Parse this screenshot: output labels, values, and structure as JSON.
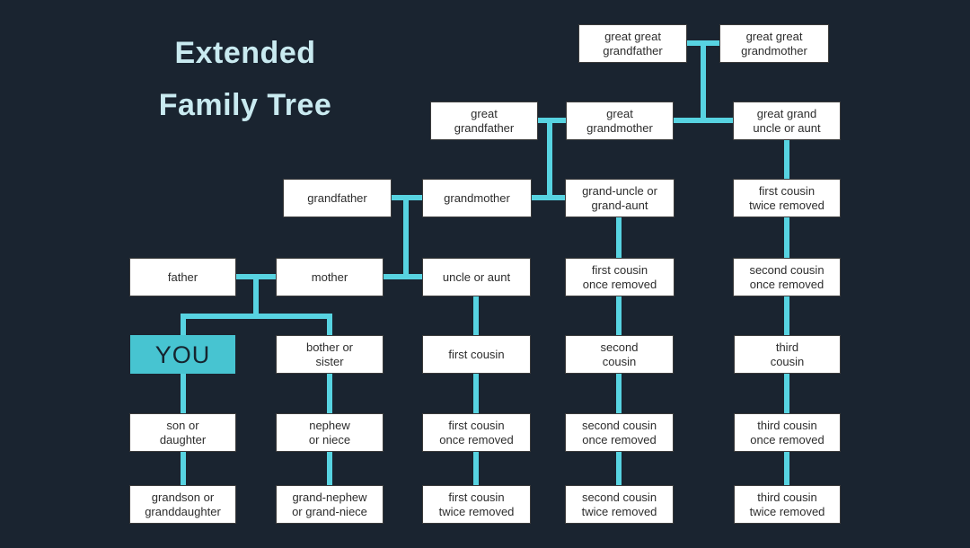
{
  "title": {
    "line1": "Extended",
    "line2": "Family Tree"
  },
  "colors": {
    "background": "#1a2430",
    "connector": "#57d3e1",
    "box_background": "#ffffff",
    "box_border": "#3b3b3b",
    "box_text": "#2d2d2d",
    "you_background": "#47c4d1",
    "you_text": "#16242f",
    "title_text": "#c9eaf0"
  },
  "nodes": [
    {
      "id": "great-great-grandfather",
      "lines": [
        "great great",
        "grandfather"
      ]
    },
    {
      "id": "great-great-grandmother",
      "lines": [
        "great great",
        "grandmother"
      ]
    },
    {
      "id": "great-grandfather",
      "lines": [
        "great",
        "grandfather"
      ]
    },
    {
      "id": "great-grandmother",
      "lines": [
        "great",
        "grandmother"
      ]
    },
    {
      "id": "great-grand-uncle-or-aunt",
      "lines": [
        "great grand",
        "uncle or aunt"
      ]
    },
    {
      "id": "grandfather",
      "lines": [
        "grandfather"
      ]
    },
    {
      "id": "grandmother",
      "lines": [
        "grandmother"
      ]
    },
    {
      "id": "grand-uncle-or-grand-aunt",
      "lines": [
        "grand-uncle or",
        "grand-aunt"
      ]
    },
    {
      "id": "first-cousin-twice-removed-upper",
      "lines": [
        "first cousin",
        "twice removed"
      ]
    },
    {
      "id": "father",
      "lines": [
        "father"
      ]
    },
    {
      "id": "mother",
      "lines": [
        "mother"
      ]
    },
    {
      "id": "uncle-or-aunt",
      "lines": [
        "uncle or aunt"
      ]
    },
    {
      "id": "first-cousin-once-removed-upper",
      "lines": [
        "first cousin",
        "once removed"
      ]
    },
    {
      "id": "second-cousin-once-removed-upper",
      "lines": [
        "second cousin",
        "once removed"
      ]
    },
    {
      "id": "you",
      "lines": [
        "YOU"
      ]
    },
    {
      "id": "brother-or-sister",
      "lines": [
        "bother or",
        "sister"
      ]
    },
    {
      "id": "first-cousin",
      "lines": [
        "first cousin"
      ]
    },
    {
      "id": "second-cousin",
      "lines": [
        "second",
        "cousin"
      ]
    },
    {
      "id": "third-cousin",
      "lines": [
        "third",
        "cousin"
      ]
    },
    {
      "id": "son-or-daughter",
      "lines": [
        "son or",
        "daughter"
      ]
    },
    {
      "id": "nephew-or-niece",
      "lines": [
        "nephew",
        "or niece"
      ]
    },
    {
      "id": "first-cousin-once-removed-lower",
      "lines": [
        "first cousin",
        "once removed"
      ]
    },
    {
      "id": "second-cousin-once-removed-lower",
      "lines": [
        "second cousin",
        "once removed"
      ]
    },
    {
      "id": "third-cousin-once-removed",
      "lines": [
        "third cousin",
        "once removed"
      ]
    },
    {
      "id": "grandson-or-granddaughter",
      "lines": [
        "grandson or",
        "granddaughter"
      ]
    },
    {
      "id": "grand-nephew-or-grand-niece",
      "lines": [
        "grand-nephew",
        "or grand-niece"
      ]
    },
    {
      "id": "first-cousin-twice-removed-lower",
      "lines": [
        "first cousin",
        "twice removed"
      ]
    },
    {
      "id": "second-cousin-twice-removed",
      "lines": [
        "second cousin",
        "twice removed"
      ]
    },
    {
      "id": "third-cousin-twice-removed",
      "lines": [
        "third cousin",
        "twice removed"
      ]
    }
  ]
}
